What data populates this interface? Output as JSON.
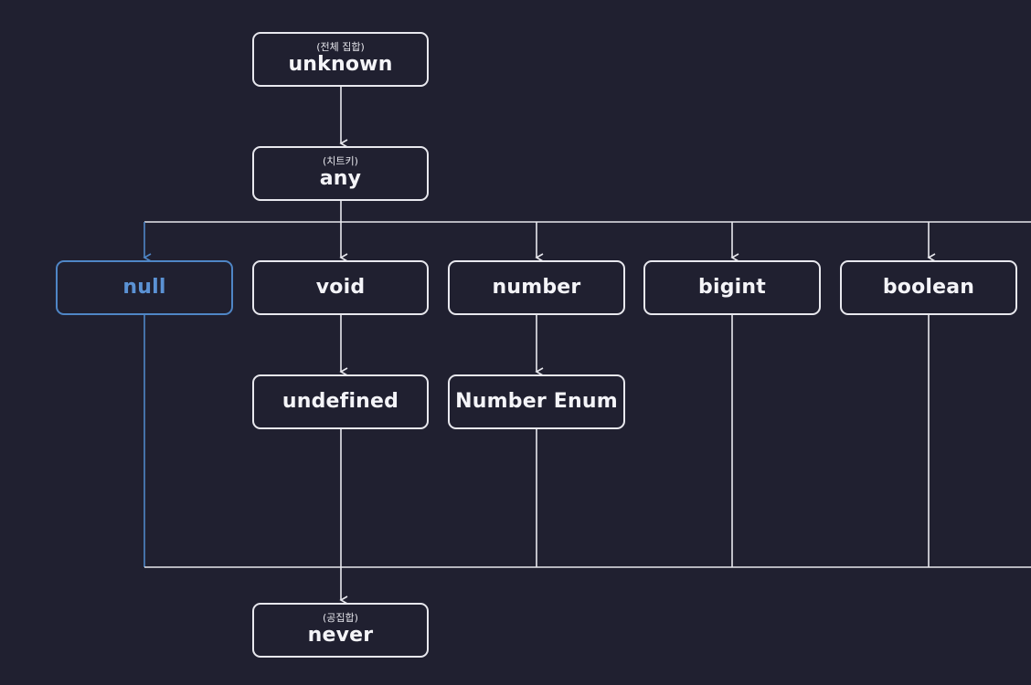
{
  "colors": {
    "background": "#202030",
    "line": "#e8e8ee",
    "highlight": "#4f86c6"
  },
  "nodes": {
    "unknown": {
      "sub": "(전체 집합)",
      "label": "unknown"
    },
    "any": {
      "sub": "(치트키)",
      "label": "any"
    },
    "null": {
      "label": "null",
      "highlighted": true
    },
    "void": {
      "label": "void"
    },
    "number": {
      "label": "number"
    },
    "bigint": {
      "label": "bigint"
    },
    "boolean": {
      "label": "boolean"
    },
    "undefined": {
      "label": "undefined"
    },
    "number_enum": {
      "label": "Number Enum"
    },
    "never": {
      "sub": "(공집합)",
      "label": "never"
    }
  }
}
